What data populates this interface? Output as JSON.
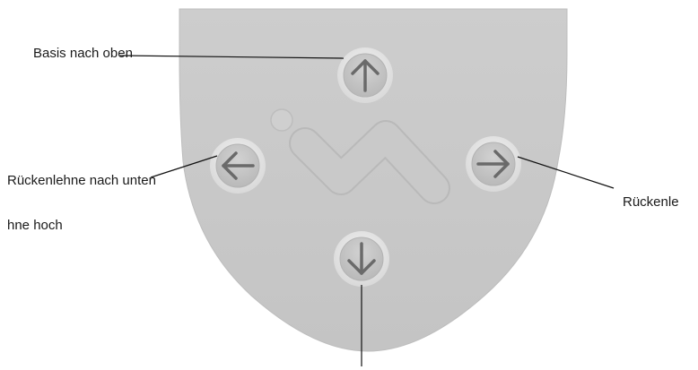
{
  "colors": {
    "remote_body": "#c8c8c8",
    "button_ring": "#e6e6e6",
    "button_face": "#c4c4c4",
    "arrow": "#6a6a6a",
    "leader_line": "#111111",
    "label_text": "#1a1a1a"
  },
  "remote": {
    "buttons": [
      {
        "direction": "up",
        "icon": "arrow-up-icon"
      },
      {
        "direction": "left",
        "icon": "arrow-left-icon"
      },
      {
        "direction": "right",
        "icon": "arrow-right-icon"
      },
      {
        "direction": "down",
        "icon": "arrow-down-icon"
      }
    ],
    "logo": "zigzag-logo-icon",
    "indicator": "status-led-icon"
  },
  "labels": {
    "up": "Basis nach oben",
    "left_line1": "Rückenlehne nach unten",
    "left_line2": "hne hoch",
    "right": "Rückenle"
  }
}
